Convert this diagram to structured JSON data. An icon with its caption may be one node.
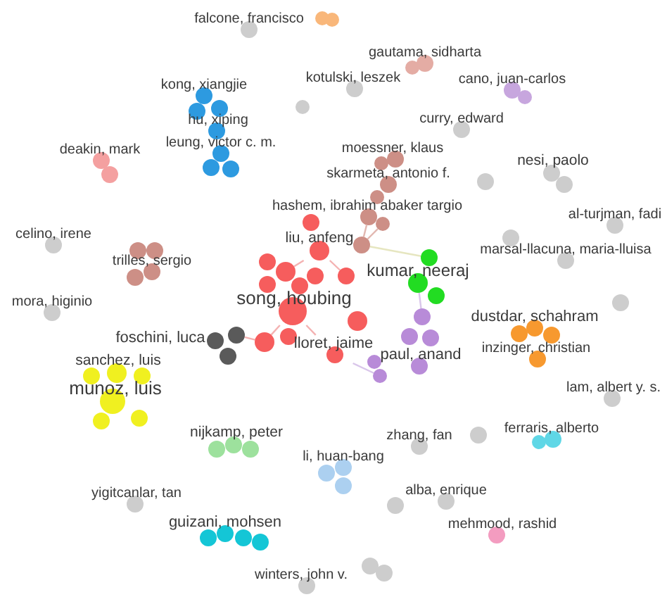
{
  "diagram": {
    "nodes": [
      {
        "text": [
          "falcone, francisco"
        ]
      },
      {
        "text": [],
        "shape": "circle"
      },
      {
        "text": [],
        "shape": "circle"
      },
      {
        "text": [
          "gautama, sidharta"
        ]
      },
      {
        "text": [],
        "shape": "circle"
      },
      {
        "text": [
          "kotulski, leszek"
        ]
      },
      {
        "text": [
          "cano, juan-carlos"
        ]
      },
      {
        "text": [],
        "shape": "circle"
      },
      {
        "text": [
          "kong, xiangjie"
        ]
      },
      {
        "text": [],
        "shape": "circle"
      },
      {
        "text": [],
        "shape": "circle"
      },
      {
        "text": [],
        "shape": "circle"
      },
      {
        "text": [
          "curry, edward"
        ]
      },
      {
        "text": [
          "hu, xiping"
        ]
      },
      {
        "text": [
          "leung, victor c. m."
        ]
      },
      {
        "text": [
          "deakin, mark"
        ]
      },
      {
        "text": [
          "moessner, klaus"
        ]
      },
      {
        "text": [],
        "shape": "circle"
      },
      {
        "text": [],
        "shape": "circle"
      },
      {
        "text": [],
        "shape": "circle"
      },
      {
        "text": [
          "nesi, paolo"
        ]
      },
      {
        "text": [],
        "shape": "circle"
      },
      {
        "text": [
          "skarmeta, antonio f."
        ]
      },
      {
        "text": [],
        "shape": "circle"
      },
      {
        "text": [],
        "shape": "circle"
      },
      {
        "text": [],
        "shape": "circle"
      },
      {
        "text": [
          "hashem, ibrahim abaker targio"
        ]
      },
      {
        "text": [],
        "shape": "circle"
      },
      {
        "text": [
          "al-turjman, fadi"
        ]
      },
      {
        "text": [],
        "shape": "circle"
      },
      {
        "text": [
          "celino, irene"
        ]
      },
      {
        "text": [],
        "shape": "circle"
      },
      {
        "text": [
          "liu, anfeng"
        ]
      },
      {
        "text": [],
        "shape": "circle"
      },
      {
        "text": [
          "trilles, sergio"
        ]
      },
      {
        "text": [],
        "shape": "circle"
      },
      {
        "text": [],
        "shape": "circle"
      },
      {
        "text": [],
        "shape": "circle"
      },
      {
        "text": [
          "marsal-llacuna, maria-lluisa"
        ]
      },
      {
        "text": [],
        "shape": "circle"
      },
      {
        "text": [],
        "shape": "circle"
      },
      {
        "text": [],
        "shape": "circle"
      },
      {
        "text": [],
        "shape": "circle"
      },
      {
        "text": [],
        "shape": "circle"
      },
      {
        "text": [
          "kumar, neeraj"
        ]
      },
      {
        "text": [],
        "shape": "circle"
      },
      {
        "text": [],
        "shape": "circle"
      },
      {
        "text": [],
        "shape": "circle"
      },
      {
        "text": [
          "song, houbing"
        ]
      },
      {
        "text": [],
        "shape": "circle"
      },
      {
        "text": [
          "mora, higinio"
        ]
      },
      {
        "text": [],
        "shape": "circle"
      },
      {
        "text": [
          "dustdar, schahram"
        ]
      },
      {
        "text": [],
        "shape": "circle"
      },
      {
        "text": [],
        "shape": "circle"
      },
      {
        "text": [],
        "shape": "circle"
      },
      {
        "text": [],
        "shape": "circle"
      },
      {
        "text": [],
        "shape": "circle"
      },
      {
        "text": [],
        "shape": "circle"
      },
      {
        "text": [
          "foschini, luca"
        ]
      },
      {
        "text": [],
        "shape": "circle"
      },
      {
        "text": [
          "lloret, jaime"
        ]
      },
      {
        "text": [],
        "shape": "circle"
      },
      {
        "text": [
          "inzinger, christian"
        ]
      },
      {
        "text": [],
        "shape": "circle"
      },
      {
        "text": [
          "paul, anand"
        ]
      },
      {
        "text": [],
        "shape": "circle"
      },
      {
        "text": [
          "sanchez, luis"
        ]
      },
      {
        "text": [],
        "shape": "circle"
      },
      {
        "text": [],
        "shape": "circle"
      },
      {
        "text": [],
        "shape": "circle"
      },
      {
        "text": [
          "munoz, luis"
        ]
      },
      {
        "text": [
          "lam, albert y. s."
        ]
      },
      {
        "text": [],
        "shape": "circle"
      },
      {
        "text": [],
        "shape": "circle"
      },
      {
        "text": [
          "ferraris, alberto"
        ]
      },
      {
        "text": [],
        "shape": "circle"
      },
      {
        "text": [],
        "shape": "circle"
      },
      {
        "text": [
          "nijkamp, peter"
        ]
      },
      {
        "text": [],
        "shape": "circle"
      },
      {
        "text": [],
        "shape": "circle"
      },
      {
        "text": [
          "zhang, fan"
        ]
      },
      {
        "text": [],
        "shape": "circle"
      },
      {
        "text": [
          "li, huan-bang"
        ]
      },
      {
        "text": [],
        "shape": "circle"
      },
      {
        "text": [
          "yigitcanlar, tan"
        ]
      },
      {
        "text": [
          "alba, enrique"
        ]
      },
      {
        "text": [],
        "shape": "circle"
      },
      {
        "text": [],
        "shape": "circle"
      },
      {
        "text": [
          "guizani, mohsen"
        ]
      },
      {
        "text": [
          "mehmood, rashid"
        ]
      },
      {
        "text": [],
        "shape": "circle"
      },
      {
        "text": [],
        "shape": "circle"
      },
      {
        "text": [],
        "shape": "circle"
      },
      {
        "text": [],
        "shape": "circle"
      },
      {
        "text": [
          "winters, john v."
        ]
      }
    ],
    "edges": [
      {
        "from": 26,
        "to": 33,
        "arrow": "none",
        "color": "#e2b8b1"
      },
      {
        "from": 27,
        "to": 33,
        "arrow": "none",
        "color": "#e2b8b1"
      },
      {
        "from": 32,
        "to": 43,
        "arrow": "none"
      },
      {
        "from": 32,
        "to": 42,
        "arrow": "none"
      },
      {
        "from": 48,
        "to": 53,
        "arrow": "none"
      },
      {
        "from": 48,
        "to": 61,
        "arrow": "none"
      },
      {
        "from": 60,
        "to": 53,
        "arrow": "none"
      },
      {
        "from": 33,
        "to": 39,
        "arrow": "none",
        "color": "#e6e6c0"
      },
      {
        "from": 44,
        "to": 51,
        "arrow": "none",
        "color": "#d9c6ea"
      },
      {
        "from": 61,
        "to": 68,
        "arrow": "none",
        "color": "#d9c6ea"
      }
    ]
  }
}
